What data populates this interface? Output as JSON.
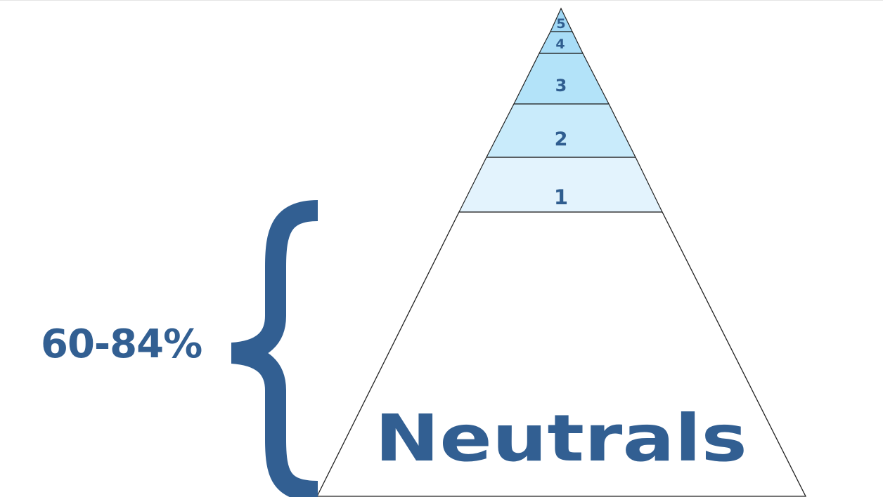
{
  "diagram": {
    "tiers": [
      {
        "label": "1",
        "fill": "#e3f3fd"
      },
      {
        "label": "2",
        "fill": "#c9ebfb"
      },
      {
        "label": "3",
        "fill": "#b3e3f9"
      },
      {
        "label": "4",
        "fill": "#a9ddf7"
      },
      {
        "label": "5",
        "fill": "#a1d8f5"
      }
    ],
    "base_label": "Neutrals",
    "range_label": "60-84%",
    "colors": {
      "accent": "#325f92",
      "tier_text": "#2f5d8f",
      "outline": "#222222"
    }
  }
}
